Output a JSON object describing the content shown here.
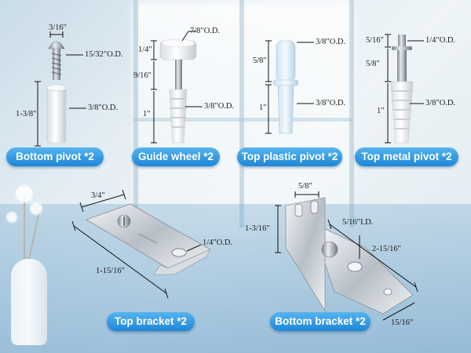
{
  "badges": {
    "bottom_pivot": "Bottom pivot *2",
    "guide_wheel": "Guide wheel *2",
    "top_plastic_pivot": "Top plastic pivot *2",
    "top_metal_pivot": "Top metal pivot *2",
    "top_bracket": "Top bracket *2",
    "bottom_bracket": "Bottom bracket *2"
  },
  "dims": {
    "bottom_pivot": {
      "head": "3/16\"",
      "od_thread": "15/32\"O.D.",
      "length": "1-3/8\"",
      "od_sleeve": "3/8\"O.D."
    },
    "guide_wheel": {
      "wheel_od": "7/8\"O.D.",
      "wheel_h": "1/4\"",
      "shaft": "9/16\"",
      "sleeve": "1\"",
      "od_sleeve": "3/8\"O.D."
    },
    "top_plastic_pivot": {
      "top": "5/8\"",
      "od_top": "3/8\"O.D.",
      "bottom": "1\"",
      "od_bottom": "3/8\"O.D."
    },
    "top_metal_pivot": {
      "pin": "5/16\"",
      "od_pin": "1/4\"O.D.",
      "mid": "5/8\"",
      "bottom": "1\"",
      "od_sleeve": "3/8\"O.D."
    },
    "top_bracket": {
      "width": "3/4\"",
      "hole": "1/4\"O.D.",
      "length": "1-15/16\""
    },
    "bottom_bracket": {
      "slot_spacing": "5/8\"",
      "height": "1-3/16\"",
      "id": "5/16\"I.D.",
      "length": "2-15/16\"",
      "width": "15/16\""
    }
  }
}
